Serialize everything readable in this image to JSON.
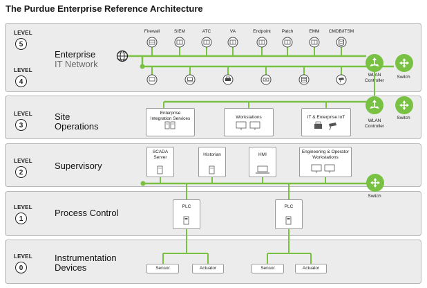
{
  "title": "The Purdue Enterprise Reference Architecture",
  "level_word": "LEVEL",
  "levels": {
    "l5": "5",
    "l4": "4",
    "l3": "3",
    "l2": "2",
    "l1": "1",
    "l0": "0"
  },
  "enterprise": {
    "title": "Enterprise",
    "subtitle": "IT Network",
    "devices": [
      "Firewall",
      "SIEM",
      "ATC",
      "VA",
      "Endpoint",
      "Patch",
      "EMM",
      "CMDB/ITSM"
    ],
    "wlan_line1": "WLAN",
    "wlan_line2": "Controller",
    "switch": "Switch"
  },
  "site": {
    "title_line1": "Site",
    "title_line2": "Operations",
    "box1_line1": "Enterprise",
    "box1_line2": "Integration Services",
    "box2": "Workstations",
    "box3": "IT & Enterprise IoT",
    "wlan_line1": "WLAN",
    "wlan_line2": "Controller",
    "switch": "Switch"
  },
  "supervisory": {
    "title": "Supervisory",
    "scada_line1": "SCADA",
    "scada_line2": "Server",
    "historian": "Historian",
    "hmi": "HMI",
    "eng_line1": "Engineering & Operator",
    "eng_line2": "Workstations",
    "switch": "Switch"
  },
  "process": {
    "title": "Process Control",
    "plc1": "PLC",
    "plc2": "PLC"
  },
  "instrumentation": {
    "title_line1": "Instrumentation",
    "title_line2": "Devices",
    "sensor1": "Sensor",
    "actuator1": "Actuator",
    "sensor2": "Sensor",
    "actuator2": "Actuator"
  },
  "colors": {
    "green": "#79c143",
    "band": "#ececec",
    "border": "#b8b8b8"
  }
}
